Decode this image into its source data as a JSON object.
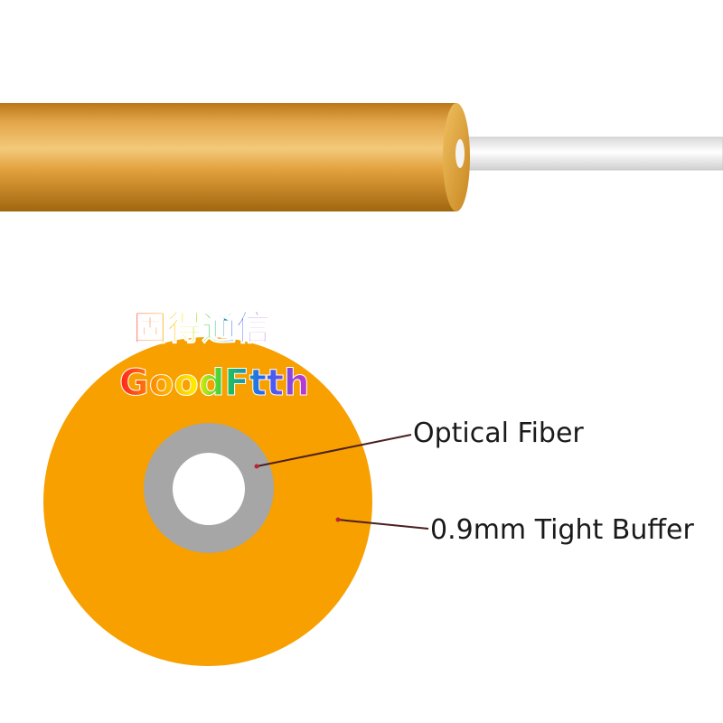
{
  "labels": {
    "fiber": "Optical Fiber",
    "buffer": "0.9mm Tight Buffer"
  },
  "watermark": {
    "chinese": "固得通信",
    "english": "GoodFtth"
  },
  "colors": {
    "buffer_orange": "#f7a000",
    "cable_gold": "#e0a33a",
    "cladding_gray": "#a6a6a6",
    "core_white": "#ffffff",
    "leader_line": "#4a1f1f"
  }
}
